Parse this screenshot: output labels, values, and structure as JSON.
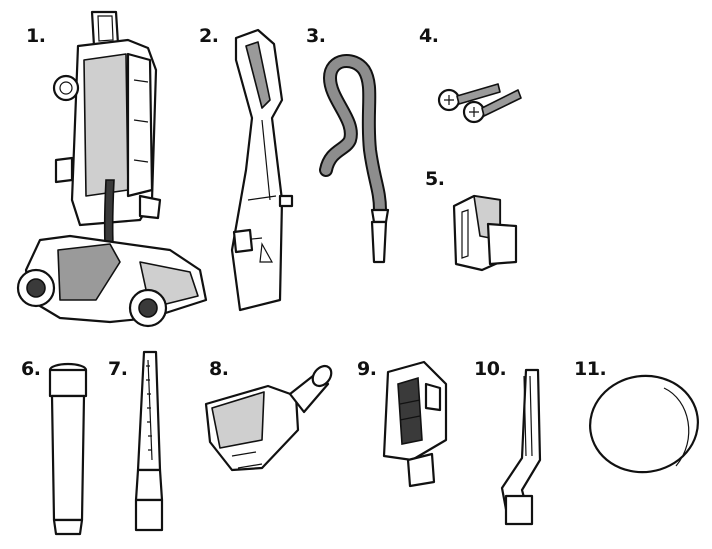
{
  "parts": [
    {
      "label": "1.",
      "icon": "upright-vacuum-icon"
    },
    {
      "label": "2.",
      "icon": "vacuum-handle-icon"
    },
    {
      "label": "3.",
      "icon": "flexible-hose-icon"
    },
    {
      "label": "4.",
      "icon": "screws-icon"
    },
    {
      "label": "5.",
      "icon": "hose-clip-icon"
    },
    {
      "label": "6.",
      "icon": "extension-wand-icon"
    },
    {
      "label": "7.",
      "icon": "crevice-tool-icon"
    },
    {
      "label": "8.",
      "icon": "turbo-brush-icon"
    },
    {
      "label": "9.",
      "icon": "dusting-brush-icon"
    },
    {
      "label": "10.",
      "icon": "long-crevice-tool-icon"
    },
    {
      "label": "11.",
      "icon": "filter-pad-icon"
    }
  ]
}
